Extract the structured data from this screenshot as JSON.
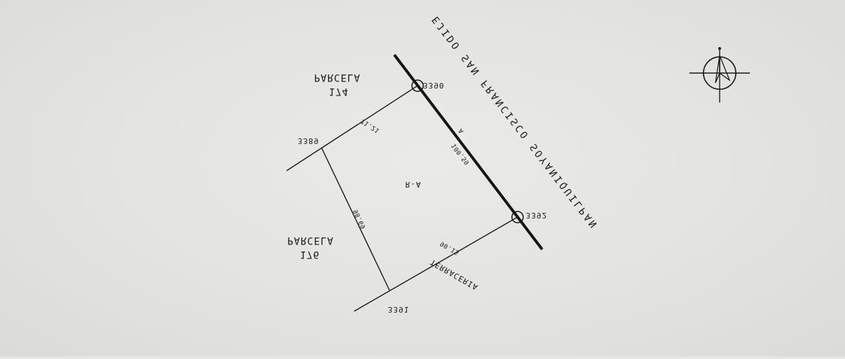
{
  "map": {
    "colors": {
      "paper": "#e6e6e4",
      "ink": "#1a1a1a"
    },
    "north_arrow": {
      "icon": "compass-north-arrow-icon"
    },
    "road": {
      "name": "EJIDO SAN FRANCISCO SOYANIQUILPAN",
      "mark": "A"
    },
    "parcels": {
      "north": {
        "title": "PARCELA",
        "number": "174"
      },
      "west": {
        "title": "PARCELA",
        "number": "176"
      },
      "center_label": "R-A"
    },
    "vertices": {
      "v3389": "3389",
      "v3390": "3390",
      "v3391": "3391",
      "v3392": "3392"
    },
    "distances": {
      "north": "71.21",
      "east": "100.59",
      "west": "98.69",
      "south": "90.15"
    },
    "south_road": "TERRACERIA"
  }
}
